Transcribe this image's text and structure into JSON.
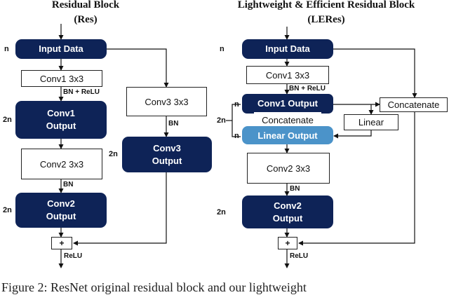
{
  "res": {
    "title": "Residual Block",
    "abbr": "(Res)",
    "input": "Input Data",
    "conv1": "Conv1 3x3",
    "bn_relu": "BN + ReLU",
    "conv1_out": "Conv1 Output",
    "conv2": "Conv2 3x3",
    "bn": "BN",
    "conv2_out": "Conv2 Output",
    "conv3": "Conv3 3x3",
    "bn3": "BN",
    "conv3_out": "Conv3 Output",
    "plus": "+",
    "relu": "ReLU",
    "dim_n": "n",
    "dim_2n_a": "2n",
    "dim_2n_b": "2n",
    "dim_2n_c": "2n"
  },
  "leres": {
    "title": "Lightweight & Efficient Residual Block",
    "abbr": "(LERes)",
    "input": "Input Data",
    "conv1": "Conv1 3x3",
    "bn_relu": "BN + ReLU",
    "conv1_out": "Conv1 Output",
    "concat_inner": "Concatenate",
    "linear_out": "Linear Output",
    "linear": "Linear",
    "concat_outer": "Concatenate",
    "conv2": "Conv2 3x3",
    "bn": "BN",
    "conv2_out": "Conv2 Output",
    "plus": "+",
    "relu": "ReLU",
    "dim_n": "n",
    "dim_n_a": "n",
    "dim_n_b": "n",
    "dim_2n_a": "2n",
    "dim_2n_b": "2n"
  },
  "caption": "Figure 2: ResNet original residual block and our lightweight"
}
